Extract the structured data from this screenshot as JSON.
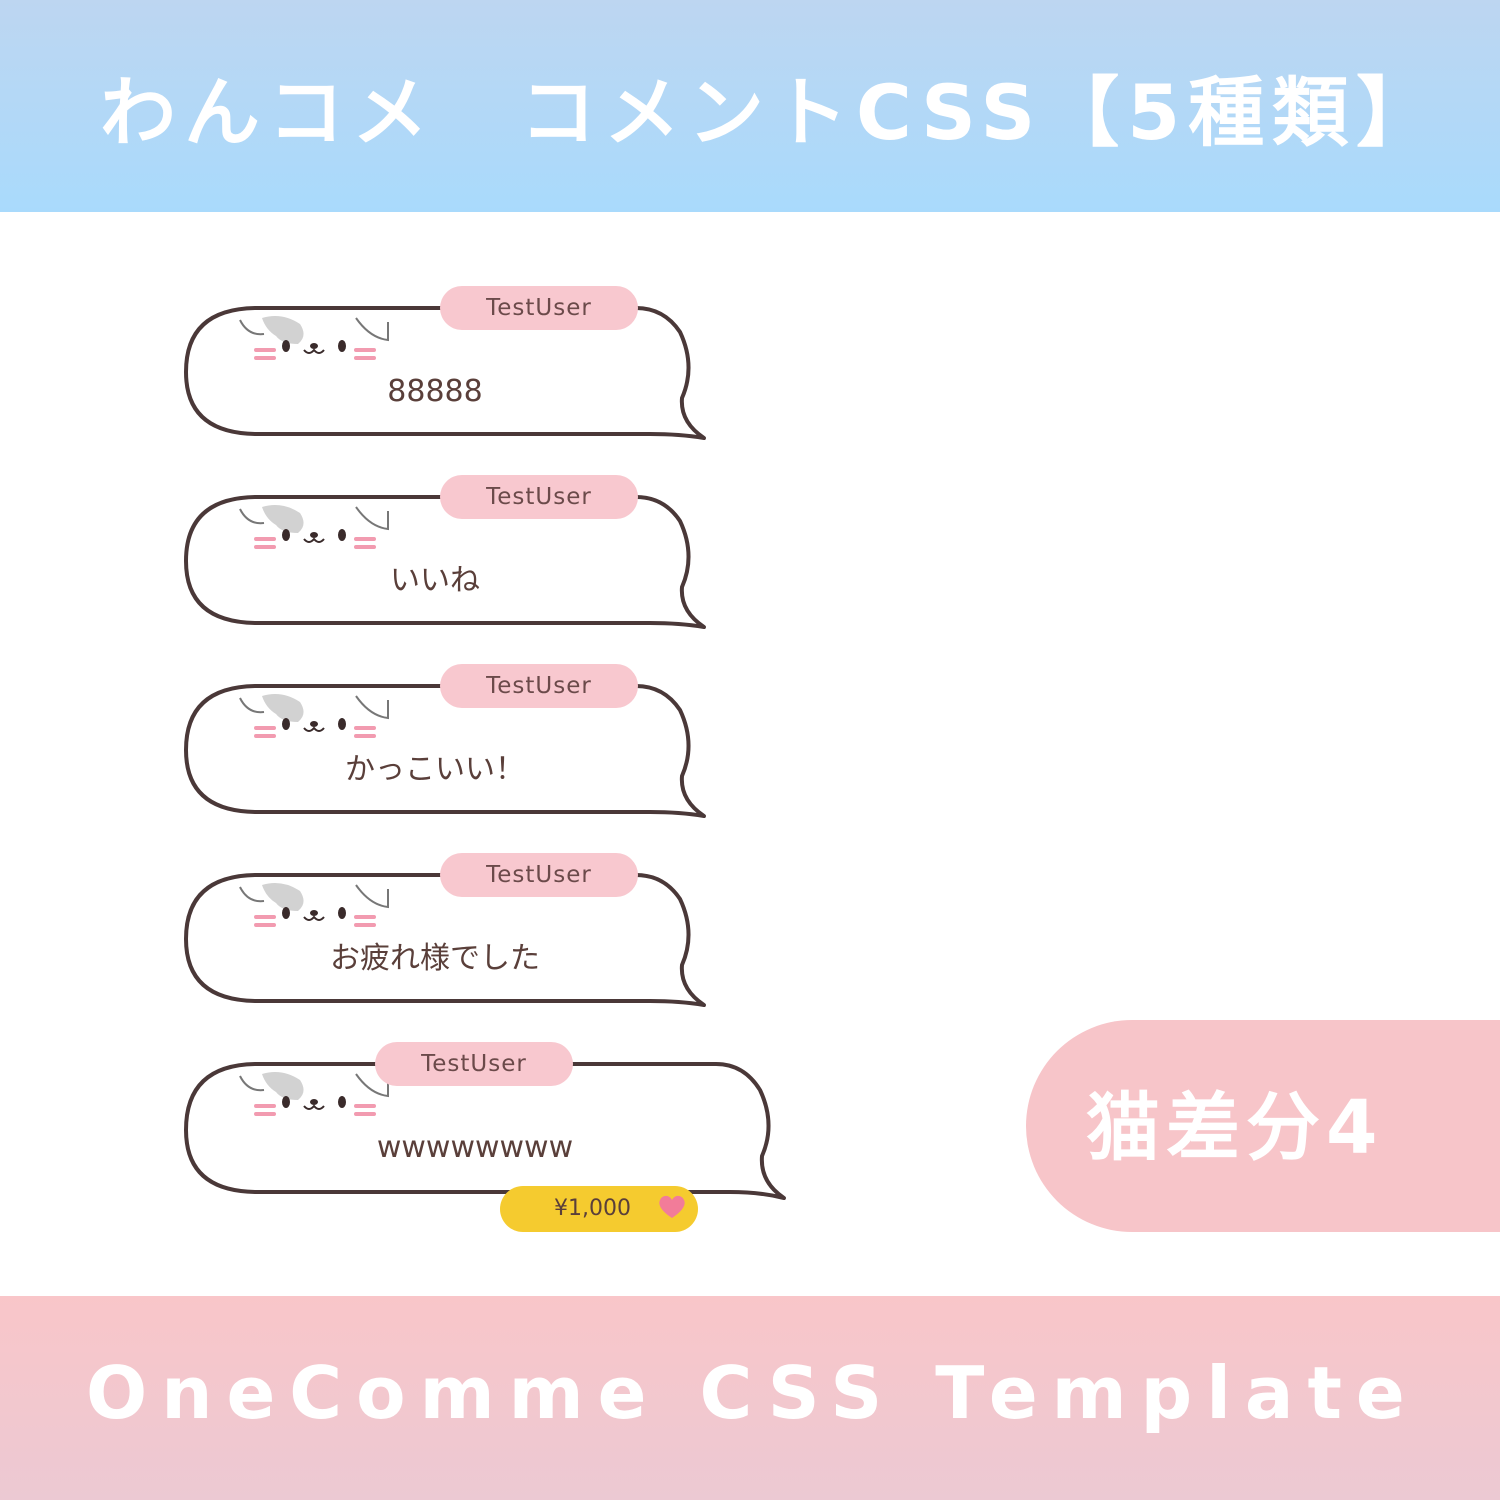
{
  "header": {
    "title": "わんコメ　コメントCSS【5種類】"
  },
  "badge": {
    "label": "猫差分4"
  },
  "footer": {
    "title": "OneComme CSS Template"
  },
  "colors": {
    "header_top": "#bdd6f1",
    "header_bottom": "#a9dafc",
    "footer_top": "#f9c6c9",
    "footer_bottom": "#ecc9d3",
    "name_pill": "#f8c8cf",
    "price_pill": "#f5cb2f",
    "outline": "#4a3838",
    "heart": "#f27c99"
  },
  "comments": [
    {
      "user": "TestUser",
      "text": "88888"
    },
    {
      "user": "TestUser",
      "text": "いいね"
    },
    {
      "user": "TestUser",
      "text": "かっこいい！"
    },
    {
      "user": "TestUser",
      "text": "お疲れ様でした"
    },
    {
      "user": "TestUser",
      "text": "wwwwwwww",
      "price": "¥1,000",
      "icon": "heart-icon"
    }
  ]
}
